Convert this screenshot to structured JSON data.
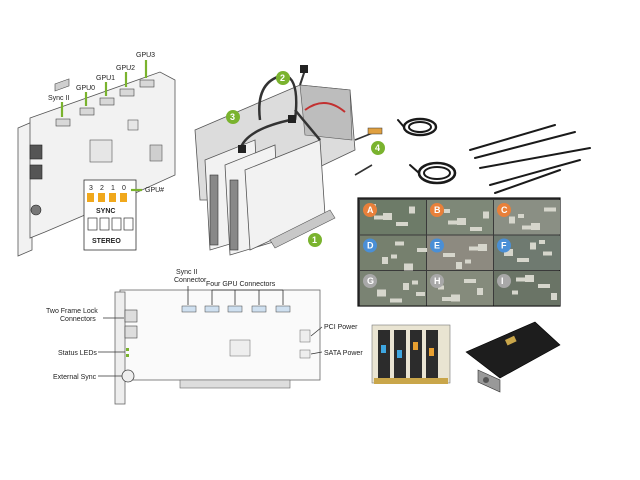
{
  "top_board": {
    "labels": {
      "sync2": "Sync II",
      "gpu0": "GPU0",
      "gpu1": "GPU1",
      "gpu2": "GPU2",
      "gpu3": "GPU3",
      "gpu_hash": "GPU#",
      "sync": "SYNC",
      "stereo": "STEREO"
    },
    "led_digits": [
      "3",
      "2",
      "1",
      "0"
    ],
    "colors": {
      "arrow": "#7ab32e",
      "led": "#f0a81c"
    }
  },
  "assembly": {
    "callouts": [
      "2",
      "3",
      "4",
      "1"
    ],
    "colors": {
      "callout": "#7ab32e"
    }
  },
  "bottom_board": {
    "labels": {
      "sync2_connector": "Sync II\nConnector",
      "four_gpu": "Four GPU Connectors",
      "frame_lock": "Two Frame Lock\nConnectors",
      "status_leds": "Status LEDs",
      "external_sync": "External Sync",
      "pci_power": "PCI Power",
      "sata_power": "SATA Power"
    }
  },
  "map_grid": {
    "tiles": [
      {
        "letter": "A",
        "color": "#e8803a"
      },
      {
        "letter": "B",
        "color": "#e8803a"
      },
      {
        "letter": "C",
        "color": "#e8803a"
      },
      {
        "letter": "D",
        "color": "#4a8fd6"
      },
      {
        "letter": "E",
        "color": "#4a8fd6"
      },
      {
        "letter": "F",
        "color": "#4a8fd6"
      },
      {
        "letter": "G",
        "color": "#a8a8a8"
      },
      {
        "letter": "H",
        "color": "#a8a8a8"
      },
      {
        "letter": "I",
        "color": "#a8a8a8"
      }
    ]
  }
}
